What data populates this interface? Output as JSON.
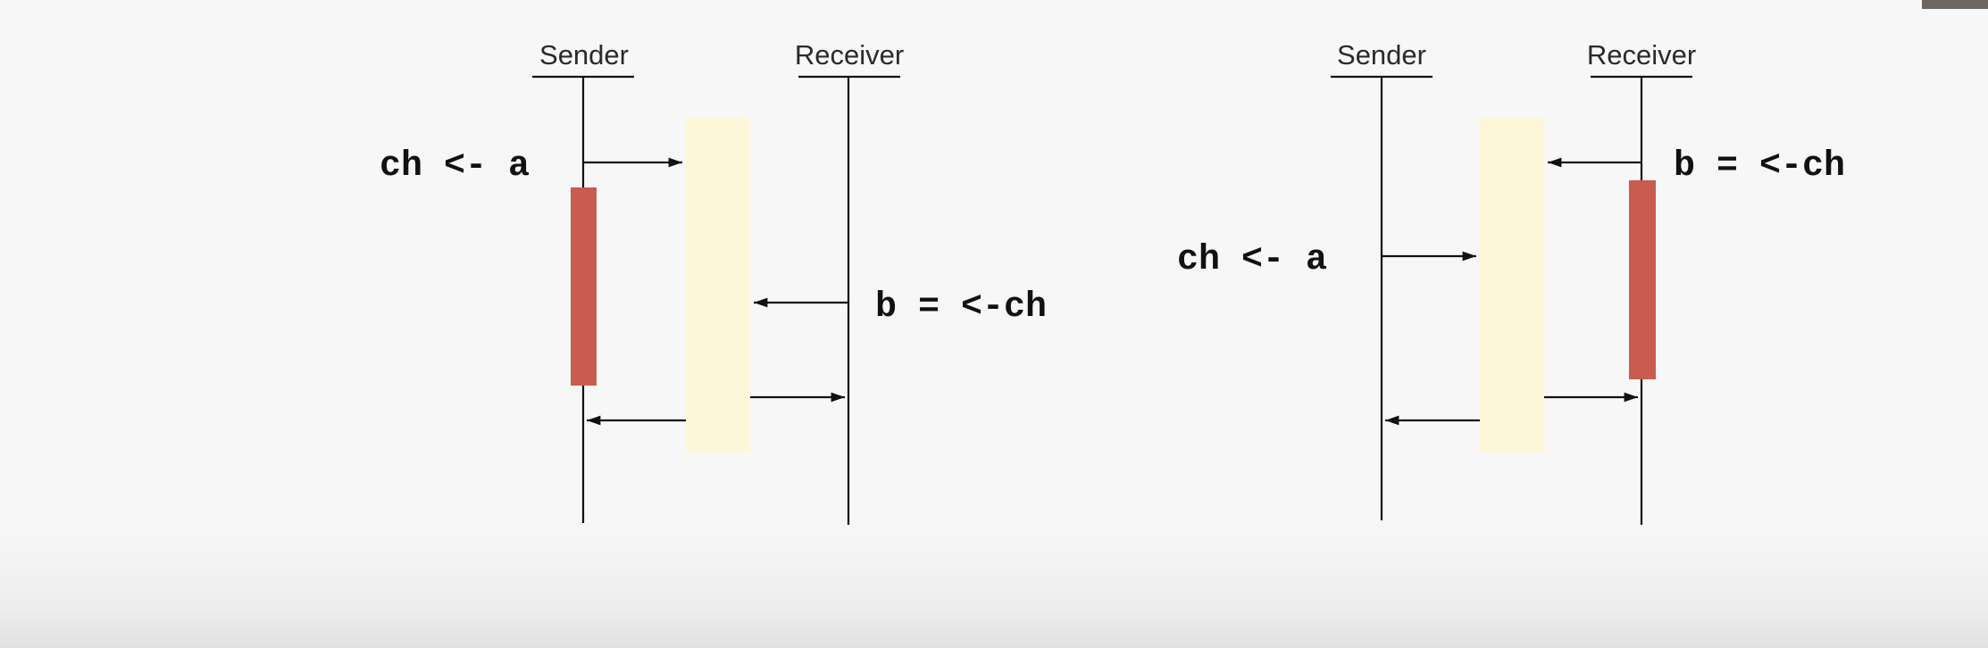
{
  "diagrams": [
    {
      "sender_label": "Sender",
      "receiver_label": "Receiver",
      "send_statement": "ch <- a",
      "receive_statement": "b = <-ch"
    },
    {
      "sender_label": "Sender",
      "receiver_label": "Receiver",
      "send_statement": "ch <- a",
      "receive_statement": "b = <-ch"
    }
  ],
  "colors": {
    "background": "#f7f7f7",
    "channel_buffer": "#fdf6d8",
    "blocked_bar": "#c95c4f",
    "lines": "#111111"
  }
}
